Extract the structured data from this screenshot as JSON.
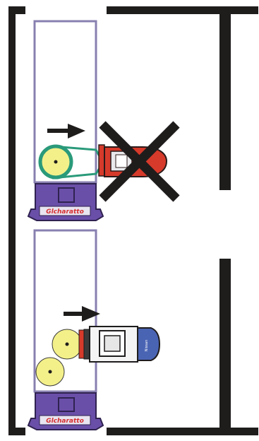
{
  "diagram": {
    "top_panel": {
      "truck_label": "Glcharatto",
      "forklift_status": "incorrect",
      "cross_color": "#1f1c1c"
    },
    "bottom_panel": {
      "truck_label": "Glcharatto",
      "forklift_badge": "Nissan",
      "forklift_status": "correct"
    },
    "colors": {
      "wall": "#1f1c1c",
      "trailer_outline": "#8880b0",
      "cab": "#6a4fa8",
      "roll_fill": "#f3f08a",
      "clamp_green": "#2a9a7a",
      "forklift_red": "#d63a2a",
      "forklift_blue": "#4a64b4"
    }
  }
}
